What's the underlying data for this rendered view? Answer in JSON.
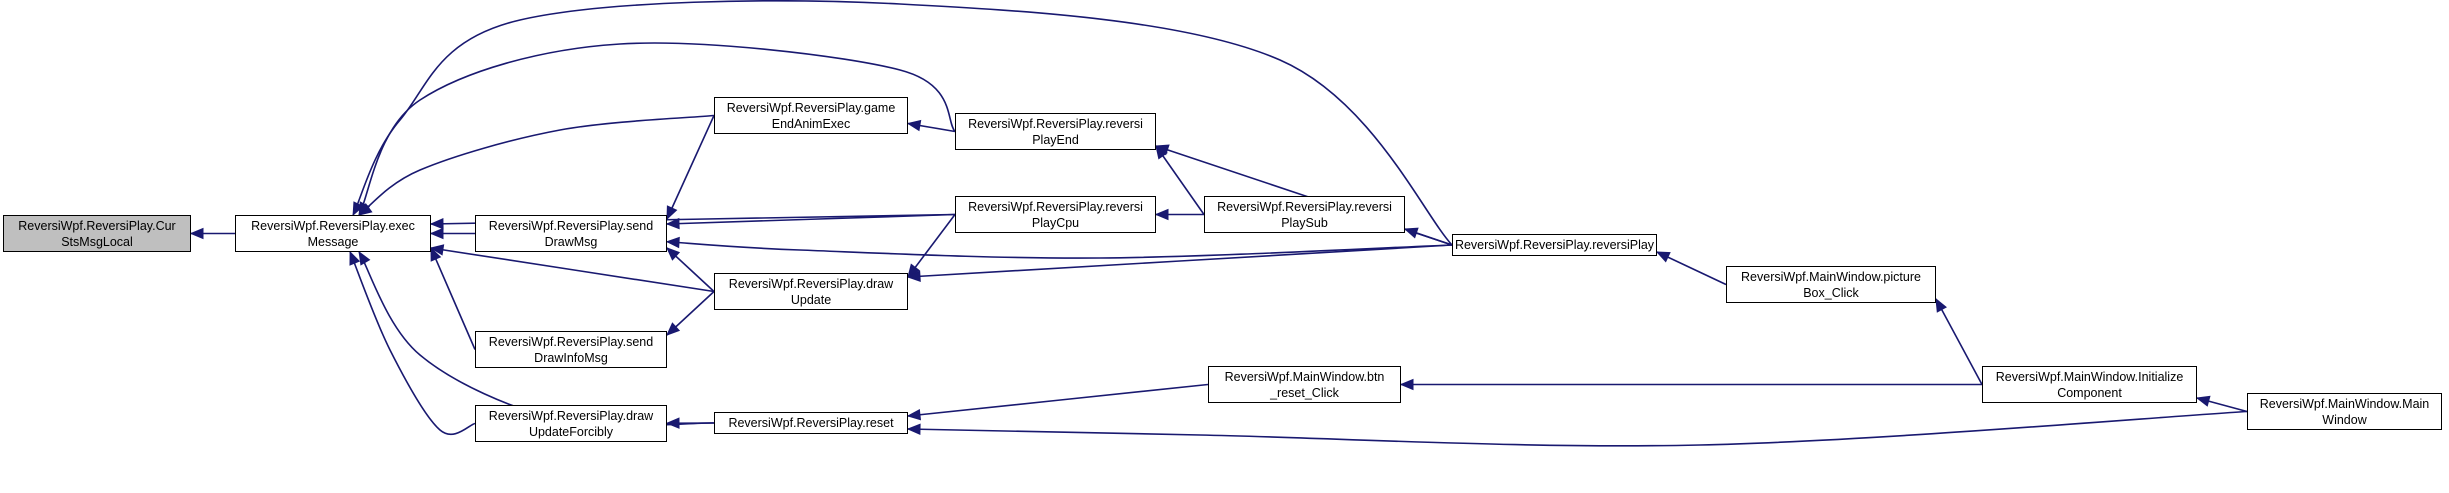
{
  "nodes": {
    "curSts": [
      "ReversiWpf.ReversiPlay.Cur",
      "StsMsgLocal"
    ],
    "execMessage": [
      "ReversiWpf.ReversiPlay.exec",
      "Message"
    ],
    "sendDrawMsg": [
      "ReversiWpf.ReversiPlay.send",
      "DrawMsg"
    ],
    "sendDrawInfoMsg": [
      "ReversiWpf.ReversiPlay.send",
      "DrawInfoMsg"
    ],
    "drawUpdateForcibly": [
      "ReversiWpf.ReversiPlay.draw",
      "UpdateForcibly"
    ],
    "gameEndAnimExec": [
      "ReversiWpf.ReversiPlay.game",
      "EndAnimExec"
    ],
    "drawUpdate": [
      "ReversiWpf.ReversiPlay.draw",
      "Update"
    ],
    "reset": [
      "ReversiWpf.ReversiPlay.reset"
    ],
    "reversiPlayEnd": [
      "ReversiWpf.ReversiPlay.reversi",
      "PlayEnd"
    ],
    "reversiPlayCpu": [
      "ReversiWpf.ReversiPlay.reversi",
      "PlayCpu"
    ],
    "reversiPlaySub": [
      "ReversiWpf.ReversiPlay.reversi",
      "PlaySub"
    ],
    "btnResetClick": [
      "ReversiWpf.MainWindow.btn",
      "_reset_Click"
    ],
    "reversiPlay": [
      "ReversiWpf.ReversiPlay.reversiPlay"
    ],
    "pictureBoxClick": [
      "ReversiWpf.MainWindow.picture",
      "Box_Click"
    ],
    "initializeComponent": [
      "ReversiWpf.MainWindow.Initialize",
      "Component"
    ],
    "mainWindow": [
      "ReversiWpf.MainWindow.Main",
      "Window"
    ]
  },
  "edges": [
    {
      "from": "execMessage",
      "to": "curSts"
    },
    {
      "from": "sendDrawMsg",
      "to": "execMessage"
    },
    {
      "from": "sendDrawInfoMsg",
      "to": "execMessage"
    },
    {
      "from": "drawUpdateForcibly",
      "to": "execMessage"
    },
    {
      "from": "gameEndAnimExec",
      "to": "execMessage"
    },
    {
      "from": "drawUpdate",
      "to": "execMessage"
    },
    {
      "from": "reset",
      "to": "execMessage"
    },
    {
      "from": "reversiPlayEnd",
      "to": "execMessage"
    },
    {
      "from": "reversiPlayCpu",
      "to": "execMessage"
    },
    {
      "from": "reversiPlay",
      "to": "execMessage"
    },
    {
      "from": "gameEndAnimExec",
      "to": "sendDrawMsg"
    },
    {
      "from": "drawUpdate",
      "to": "sendDrawMsg"
    },
    {
      "from": "reversiPlayCpu",
      "to": "sendDrawMsg"
    },
    {
      "from": "reversiPlay",
      "to": "sendDrawMsg"
    },
    {
      "from": "drawUpdate",
      "to": "sendDrawInfoMsg"
    },
    {
      "from": "reset",
      "to": "drawUpdateForcibly"
    },
    {
      "from": "reversiPlayEnd",
      "to": "gameEndAnimExec"
    },
    {
      "from": "reversiPlayCpu",
      "to": "drawUpdate"
    },
    {
      "from": "reversiPlay",
      "to": "drawUpdate"
    },
    {
      "from": "reversiPlaySub",
      "to": "reversiPlayEnd"
    },
    {
      "from": "reversiPlay",
      "to": "reversiPlayEnd"
    },
    {
      "from": "reversiPlaySub",
      "to": "reversiPlayCpu"
    },
    {
      "from": "reversiPlay",
      "to": "reversiPlaySub"
    },
    {
      "from": "pictureBoxClick",
      "to": "reversiPlay"
    },
    {
      "from": "btnResetClick",
      "to": "reset"
    },
    {
      "from": "mainWindow",
      "to": "reset"
    },
    {
      "from": "initializeComponent",
      "to": "pictureBoxClick"
    },
    {
      "from": "initializeComponent",
      "to": "btnResetClick"
    },
    {
      "from": "mainWindow",
      "to": "initializeComponent"
    }
  ]
}
